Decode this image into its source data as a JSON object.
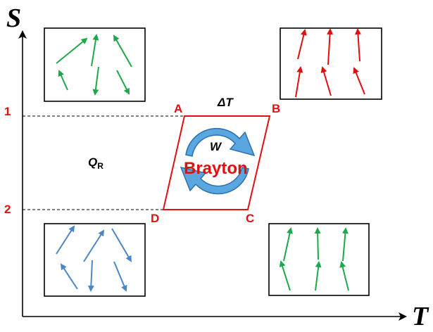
{
  "axes": {
    "y_label": "S",
    "x_label": "T"
  },
  "levels": [
    {
      "id": "level-1",
      "label": "1"
    },
    {
      "id": "level-2",
      "label": "2"
    }
  ],
  "cycle": {
    "name": "Brayton",
    "work_label": "W",
    "delta_label": "ΔT",
    "corners": {
      "a": "A",
      "b": "B",
      "c": "C",
      "d": "D"
    }
  },
  "heat": {
    "label": "Q",
    "subscript": "R"
  },
  "colors": {
    "cycle": "#e01010",
    "green_arrows": "#1ea84a",
    "red_arrows": "#e01010",
    "blue_arrows": "#4a86c8",
    "cycle_arrow_fill": "#5aa7e0",
    "cycle_arrow_stroke": "#2c6fb0"
  }
}
